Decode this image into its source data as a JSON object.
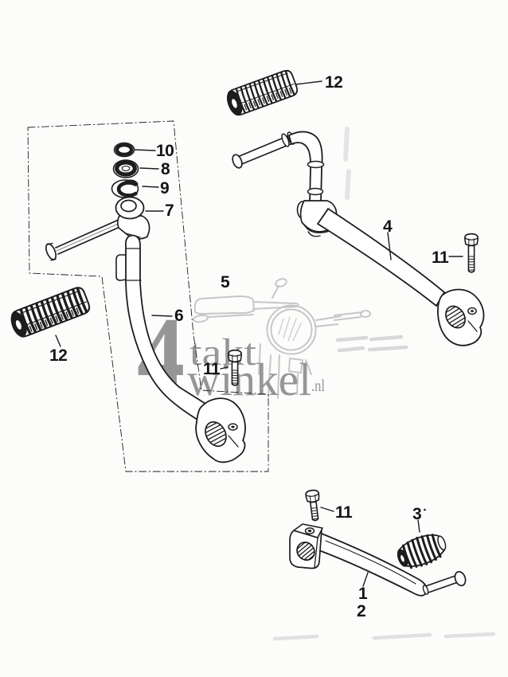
{
  "page": {
    "background": "#fcfcfb",
    "ink_color": "#1d1d1d",
    "faint_art_color": "#c6c6c6",
    "watermark_color": "#969696"
  },
  "watermark": {
    "number": "4",
    "word_top": "takt",
    "word_bottom": "winkel",
    "domain_suffix": ".nl"
  },
  "labels": {
    "footpeg_rubber_top": "12",
    "o_ring": "10",
    "seal_washer": "8",
    "spring_washer": "9",
    "brake_arm": "7",
    "footpeg_rubber_left": "12",
    "assembly_ref": "5",
    "brake_pedal": "6",
    "bolt_middle": "11",
    "gear_change_pedal": "4",
    "bolt_right": "11",
    "bolt_bottom": "11",
    "lever_rubber": "3",
    "gear_change_lever": "1",
    "gear_change_lever_assy": "2"
  }
}
